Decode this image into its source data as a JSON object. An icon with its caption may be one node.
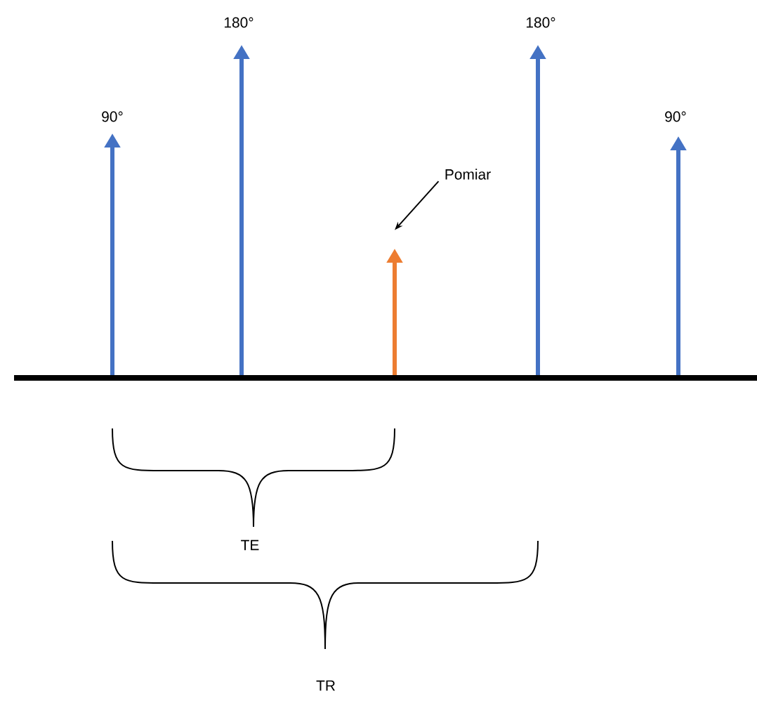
{
  "diagram": {
    "nodes": [
      {
        "text": [
          "Pomiar"
        ]
      },
      {
        "text": [],
        "shape": "arrow"
      }
    ],
    "edges": [
      {
        "from": 0,
        "to": 1,
        "arrow": "to"
      }
    ],
    "labels": [
      "180°",
      "180°",
      "90°",
      "90°",
      "TE",
      "TR"
    ]
  }
}
